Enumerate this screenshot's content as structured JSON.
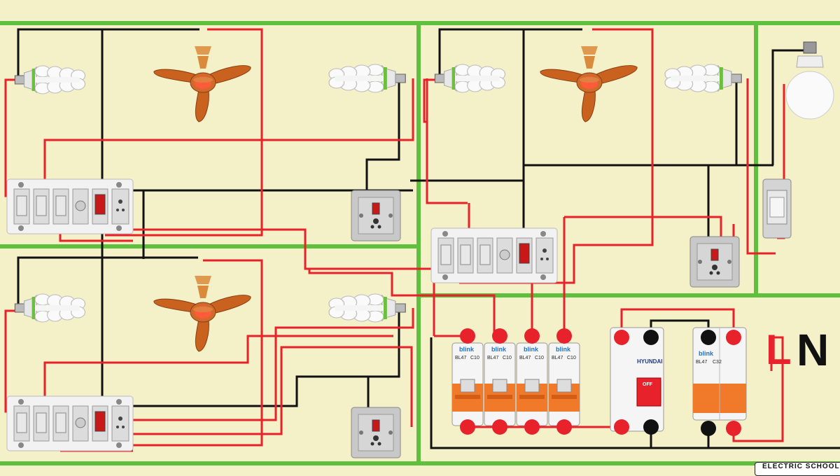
{
  "watermark": "ELECTRIC SCHOOL",
  "panel_labels": {
    "live": "L",
    "neutral": "N"
  },
  "mcbs": [
    {
      "brand": "blink",
      "model": "BL47",
      "rating": "C10"
    },
    {
      "brand": "blink",
      "model": "BL47",
      "rating": "C10"
    },
    {
      "brand": "blink",
      "model": "BL47",
      "rating": "C10"
    },
    {
      "brand": "blink",
      "model": "BL47",
      "rating": "C10"
    }
  ],
  "rccb": {
    "brand": "HYUNDAI",
    "toggle_label": "OFF"
  },
  "dp_mcb": {
    "brand": "blink",
    "model": "BL47",
    "rating": "C32"
  },
  "colors": {
    "wall": "#5fbf3e",
    "room": "#f4f0c8",
    "live": "#e8222a",
    "neutral": "#111111",
    "breaker_handle": "#f07a2a",
    "fan_blade": "#c9621f"
  },
  "icons": [
    "cfl-bulb-icon",
    "ceiling-fan-icon",
    "led-bulb-icon",
    "switchboard-icon",
    "socket-icon",
    "mcb-icon",
    "rccb-icon"
  ]
}
